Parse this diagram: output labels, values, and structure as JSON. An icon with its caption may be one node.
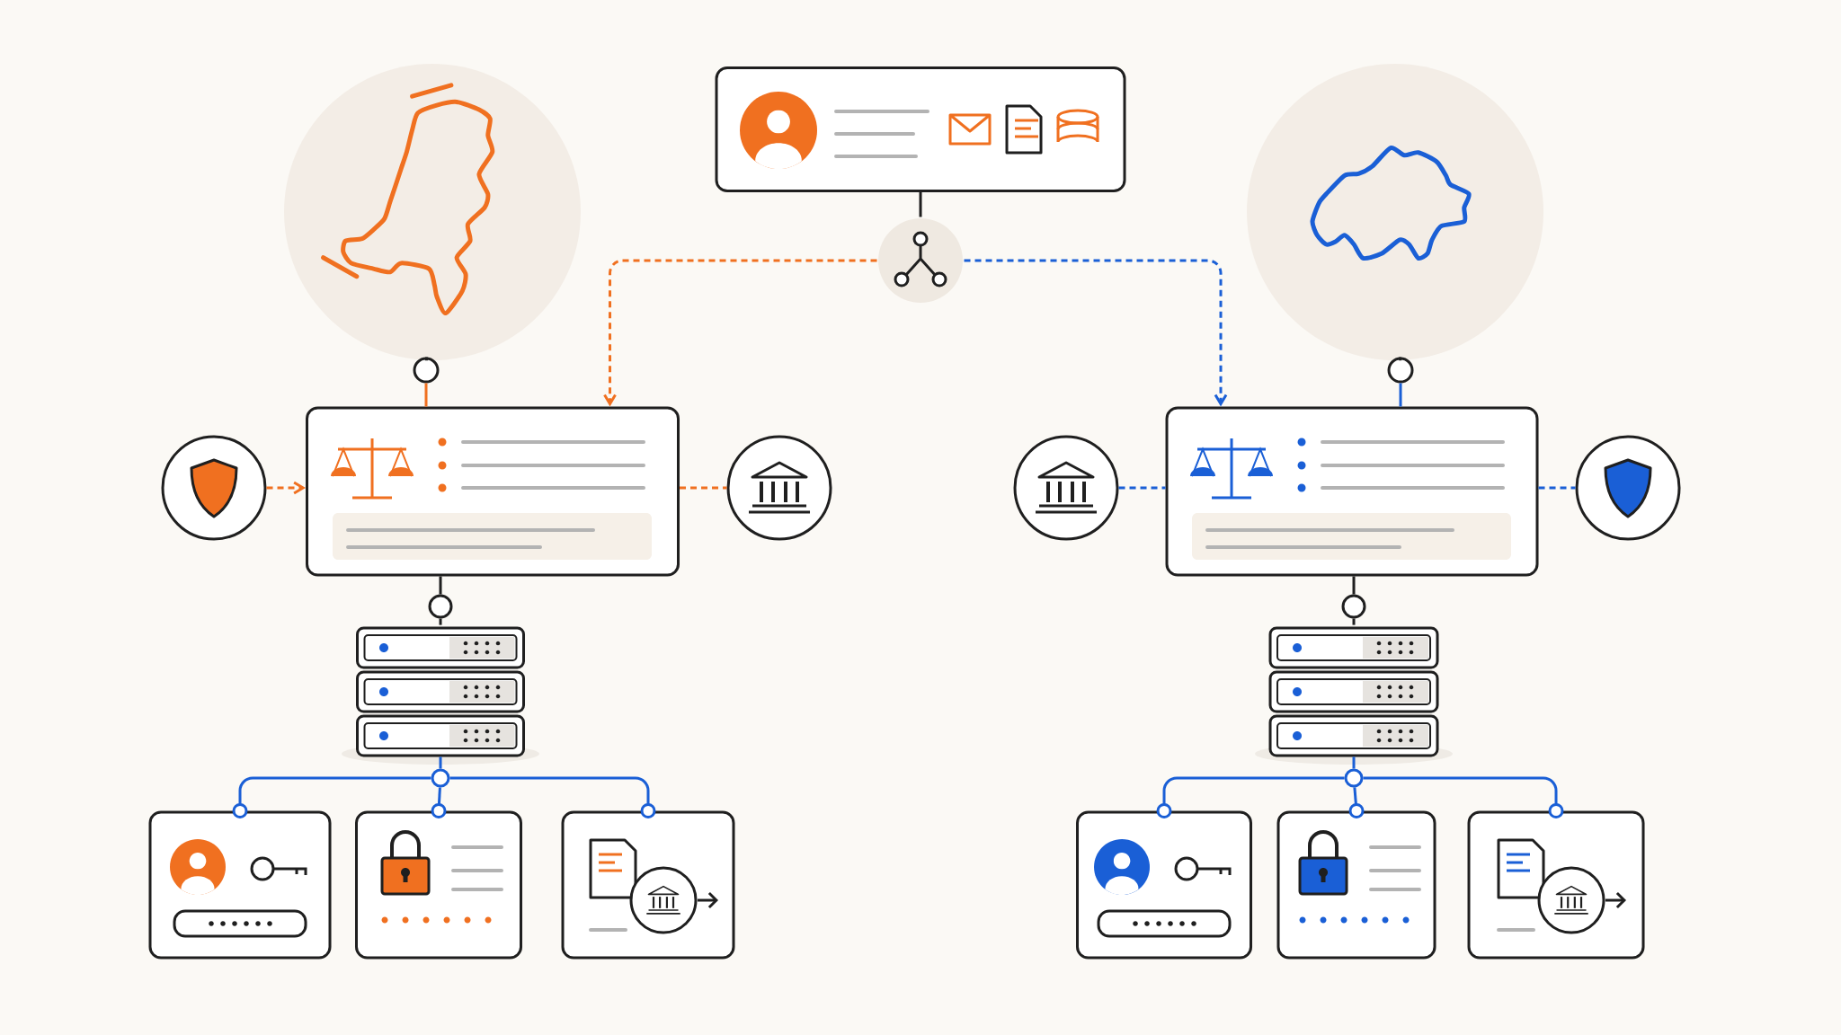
{
  "diagram": {
    "nodes": [
      {
        "text": [],
        "shape": "box"
      },
      {
        "text": [],
        "shape": "circle"
      },
      {
        "text": [],
        "shape": "picture"
      },
      {
        "text": [],
        "shape": "picture"
      },
      {
        "text": [],
        "shape": "circle"
      },
      {
        "text": [],
        "shape": "circle"
      },
      {
        "text": [],
        "shape": "circle"
      },
      {
        "text": [],
        "shape": "box"
      },
      {
        "text": [],
        "shape": "circle"
      },
      {
        "text": [],
        "shape": "circle"
      },
      {
        "text": [],
        "shape": "box"
      },
      {
        "text": [],
        "shape": "circle"
      },
      {
        "text": [],
        "shape": "circle"
      },
      {
        "text": [],
        "shape": "server"
      },
      {
        "text": [],
        "shape": "circle"
      },
      {
        "text": [],
        "shape": "server"
      },
      {
        "text": [],
        "shape": "circle"
      },
      {
        "text": [],
        "shape": "circle"
      },
      {
        "text": [],
        "shape": "box"
      },
      {
        "text": [],
        "shape": "box"
      },
      {
        "text": [],
        "shape": "box"
      },
      {
        "text": [],
        "shape": "box"
      },
      {
        "text": [],
        "shape": "box"
      },
      {
        "text": [],
        "shape": "box"
      }
    ],
    "edges": [
      {
        "from": 0,
        "to": 1,
        "arrow": "none",
        "color": "#1f1f1f"
      },
      {
        "from": 1,
        "to": 7,
        "arrow": "to",
        "style": "dashed",
        "color": "#f07020"
      },
      {
        "from": 1,
        "to": 10,
        "arrow": "to",
        "style": "dashed",
        "color": "#1a5fd6"
      },
      {
        "from": 2,
        "to": 4,
        "arrow": "none",
        "color": "#1f1f1f"
      },
      {
        "from": 4,
        "to": 7,
        "arrow": "none",
        "color": "#f07020"
      },
      {
        "from": 3,
        "to": 5,
        "arrow": "none",
        "color": "#1f1f1f"
      },
      {
        "from": 5,
        "to": 10,
        "arrow": "none",
        "color": "#1a5fd6"
      },
      {
        "from": 6,
        "to": 7,
        "arrow": "to",
        "style": "dashed",
        "color": "#f07020"
      },
      {
        "from": 7,
        "to": 8,
        "arrow": "none",
        "style": "dashed",
        "color": "#f07020"
      },
      {
        "from": 9,
        "to": 10,
        "arrow": "none",
        "style": "dashed",
        "color": "#1a5fd6"
      },
      {
        "from": 10,
        "to": 11,
        "arrow": "none",
        "style": "dashed",
        "color": "#1a5fd6"
      },
      {
        "from": 7,
        "to": 12,
        "arrow": "none",
        "color": "#1f1f1f"
      },
      {
        "from": 12,
        "to": 13,
        "arrow": "none",
        "color": "#1f1f1f"
      },
      {
        "from": 10,
        "to": 14,
        "arrow": "none",
        "color": "#1f1f1f"
      },
      {
        "from": 14,
        "to": 15,
        "arrow": "none",
        "color": "#1f1f1f"
      },
      {
        "from": 13,
        "to": 16,
        "arrow": "none",
        "color": "#1a5fd6"
      },
      {
        "from": 15,
        "to": 17,
        "arrow": "none",
        "color": "#1a5fd6"
      },
      {
        "from": 16,
        "to": 18,
        "arrow": "other",
        "color": "#1a5fd6"
      },
      {
        "from": 16,
        "to": 19,
        "arrow": "other",
        "color": "#1a5fd6"
      },
      {
        "from": 16,
        "to": 20,
        "arrow": "other",
        "color": "#1a5fd6"
      },
      {
        "from": 17,
        "to": 21,
        "arrow": "other",
        "color": "#1a5fd6"
      },
      {
        "from": 17,
        "to": 22,
        "arrow": "other",
        "color": "#1a5fd6"
      },
      {
        "from": 17,
        "to": 23,
        "arrow": "other",
        "color": "#1a5fd6"
      }
    ]
  }
}
